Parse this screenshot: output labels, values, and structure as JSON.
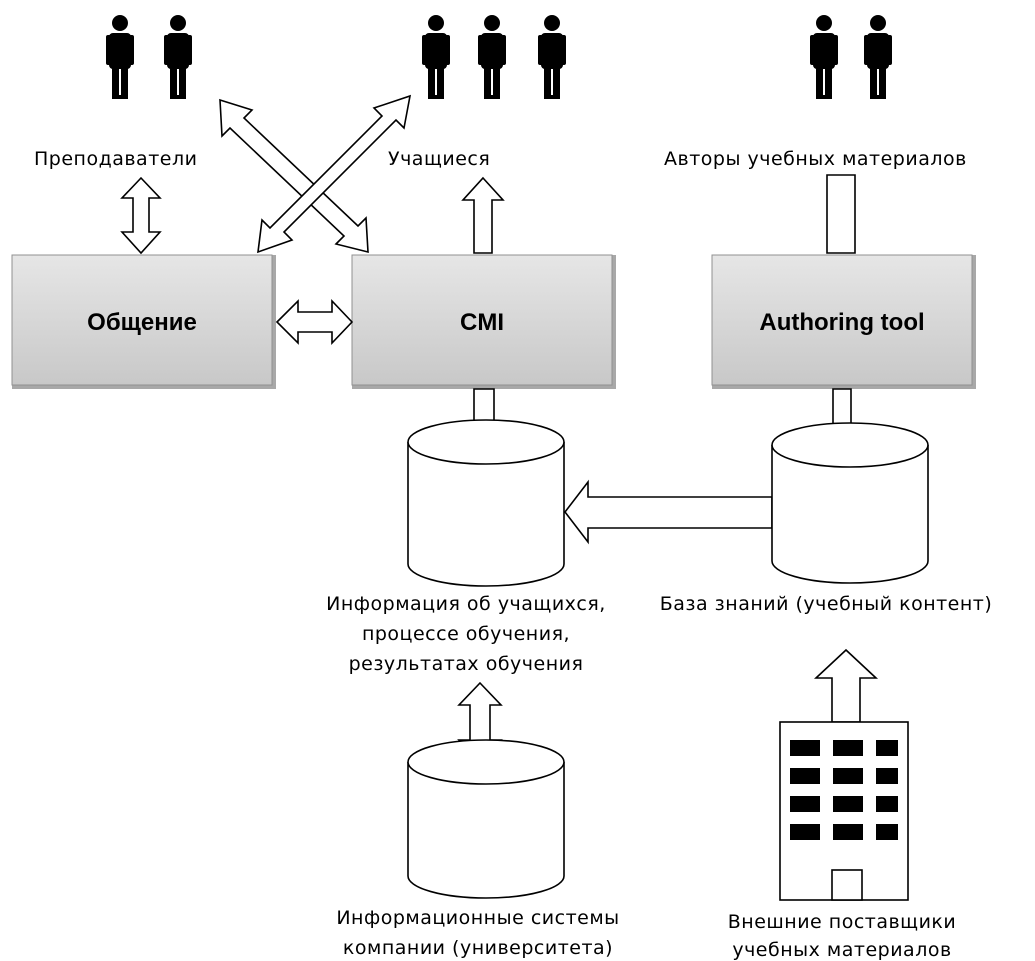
{
  "actors": {
    "teachers": "Преподаватели",
    "learners": "Учащиеся",
    "authors": "Авторы учебных материалов"
  },
  "modules": {
    "communication": "Общение",
    "cmi": "CMI",
    "authoring": "Authoring tool"
  },
  "stores": {
    "learner_info": [
      "Информация об учащихся,",
      "процессе обучения,",
      "результатах обучения"
    ],
    "knowledge_base": "База знаний (учебный контент)",
    "company_systems": [
      "Информационные системы",
      "компании (университета)"
    ],
    "external_suppliers": [
      "Внешние поставщики",
      "учебных материалов"
    ]
  },
  "colors": {
    "box_fill": "#d4d4d4",
    "box_border": "#808080"
  }
}
